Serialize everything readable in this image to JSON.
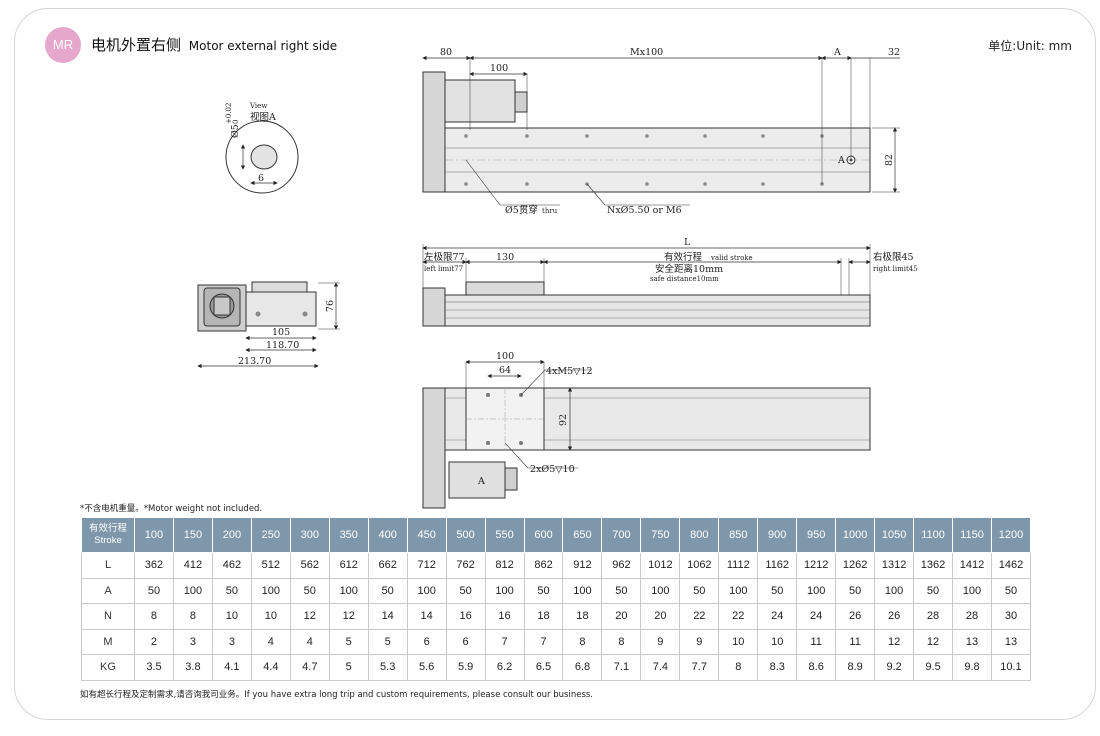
{
  "header": {
    "badge": "MR",
    "title_cn": "电机外置右侧",
    "title_en": "Motor external right side",
    "unit": "单位:Unit: mm"
  },
  "drawing": {
    "view_a": {
      "label_view": "View",
      "label_cn": "视图A",
      "dia": "Ø5",
      "tol_top": "+0.02",
      "tol_bottom": "0",
      "flat": "6"
    },
    "end_view": {
      "h": "76",
      "w1": "105",
      "w2": "118.70",
      "w3": "213.70"
    },
    "top_view": {
      "d80": "80",
      "mx100": "Mx100",
      "dA": "A",
      "d32": "32",
      "d100": "100",
      "d82": "82",
      "markA": "A",
      "hole_thru": "Ø5贯穿",
      "hole_thru_en": "thru",
      "hole_n": "NxØ5.50 or M6"
    },
    "side_view": {
      "L": "L",
      "left_limit_cn": "左极限77",
      "left_limit_en": "left limit77",
      "d130": "130",
      "stroke_cn": "有效行程",
      "stroke_en": "valid stroke",
      "safe_cn": "安全距离10mm",
      "safe_en": "safe distance10mm",
      "right_limit_cn": "右极限45",
      "right_limit_en": "right limit45"
    },
    "carriage_view": {
      "d100": "100",
      "d64": "64",
      "holes_top": "4xM5▽12",
      "d92": "92",
      "holes_bottom": "2xØ5▽10",
      "markA": "A"
    }
  },
  "note": "*不含电机重量。*Motor weight not included.",
  "footer": "如有超长行程及定制需求,请咨询我司业务。If you have extra long trip and custom requirements, please consult our business.",
  "table": {
    "header_cn": "有效行程",
    "header_en": "Stroke",
    "columns": [
      "100",
      "150",
      "200",
      "250",
      "300",
      "350",
      "400",
      "450",
      "500",
      "550",
      "600",
      "650",
      "700",
      "750",
      "800",
      "850",
      "900",
      "950",
      "1000",
      "1050",
      "1100",
      "1150",
      "1200"
    ],
    "rows": [
      {
        "label": "L",
        "values": [
          "362",
          "412",
          "462",
          "512",
          "562",
          "612",
          "662",
          "712",
          "762",
          "812",
          "862",
          "912",
          "962",
          "1012",
          "1062",
          "1112",
          "1162",
          "1212",
          "1262",
          "1312",
          "1362",
          "1412",
          "1462"
        ]
      },
      {
        "label": "A",
        "values": [
          "50",
          "100",
          "50",
          "100",
          "50",
          "100",
          "50",
          "100",
          "50",
          "100",
          "50",
          "100",
          "50",
          "100",
          "50",
          "100",
          "50",
          "100",
          "50",
          "100",
          "50",
          "100",
          "50"
        ]
      },
      {
        "label": "N",
        "values": [
          "8",
          "8",
          "10",
          "10",
          "12",
          "12",
          "14",
          "14",
          "16",
          "16",
          "18",
          "18",
          "20",
          "20",
          "22",
          "22",
          "24",
          "24",
          "26",
          "26",
          "28",
          "28",
          "30"
        ]
      },
      {
        "label": "M",
        "values": [
          "2",
          "3",
          "3",
          "4",
          "4",
          "5",
          "5",
          "6",
          "6",
          "7",
          "7",
          "8",
          "8",
          "9",
          "9",
          "10",
          "10",
          "11",
          "11",
          "12",
          "12",
          "13",
          "13"
        ]
      },
      {
        "label": "KG",
        "values": [
          "3.5",
          "3.8",
          "4.1",
          "4.4",
          "4.7",
          "5",
          "5.3",
          "5.6",
          "5.9",
          "6.2",
          "6.5",
          "6.8",
          "7.1",
          "7.4",
          "7.7",
          "8",
          "8.3",
          "8.6",
          "8.9",
          "9.2",
          "9.5",
          "9.8",
          "10.1"
        ]
      }
    ]
  },
  "colors": {
    "badge": "#e6a7cd",
    "table_header": "#7f97ab"
  }
}
